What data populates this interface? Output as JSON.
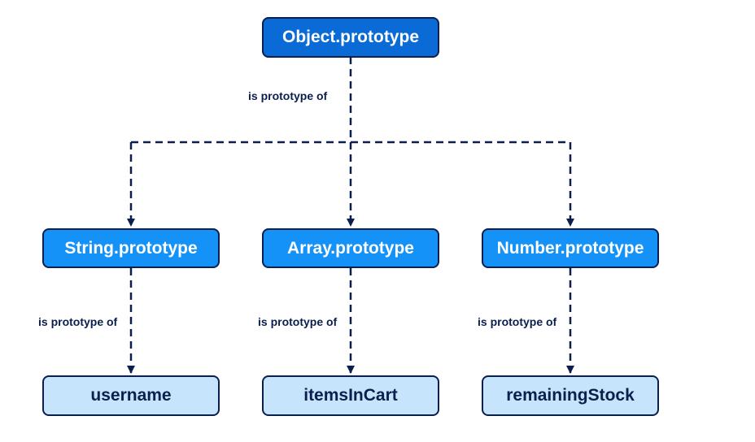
{
  "nodes": {
    "root": {
      "label": "Object.prototype"
    },
    "string_proto": {
      "label": "String.prototype"
    },
    "array_proto": {
      "label": "Array.prototype"
    },
    "number_proto": {
      "label": "Number.prototype"
    },
    "username": {
      "label": "username"
    },
    "items_in_cart": {
      "label": "itemsInCart"
    },
    "remaining_stock": {
      "label": "remainingStock"
    }
  },
  "edge_labels": {
    "root_to_children": "is prototype of",
    "string_to_username": "is prototype of",
    "array_to_items": "is prototype of",
    "number_to_stock": "is prototype of"
  },
  "colors": {
    "root_fill": "#0a6ad6",
    "prototype_fill": "#1592f7",
    "instance_fill": "#c6e4fc",
    "stroke": "#0b1f4d"
  }
}
